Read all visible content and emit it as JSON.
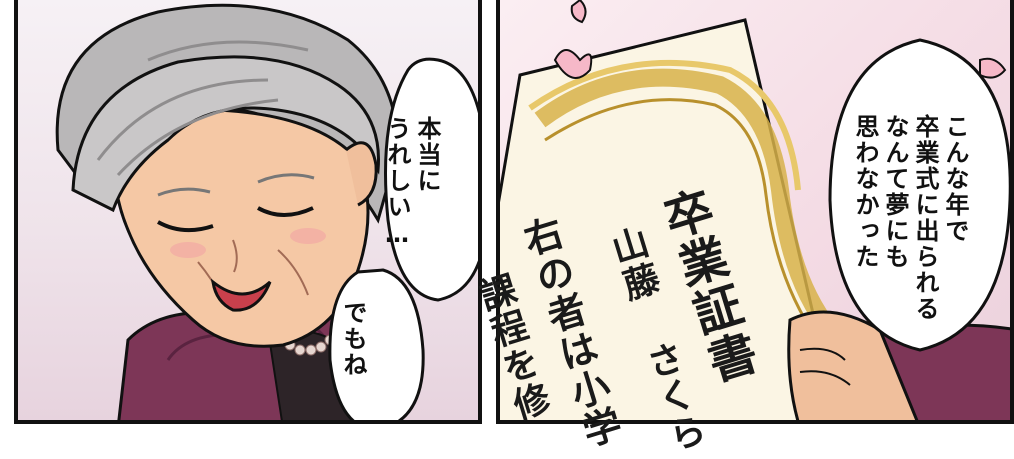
{
  "bubbles": {
    "left_top": "本当に\nうれしい…",
    "left_bottom": "でもね",
    "right": "こんな年で\n卒業式に出られる\nなんて夢にも\n思わなかった"
  },
  "certificate": {
    "title": "卒業証書",
    "name": "山藤 さくら",
    "body_line1": "右の者は小学",
    "body_line2": "課程を修"
  },
  "colors": {
    "outline": "#111111",
    "paper": "#fbf5e4",
    "gold": "#d7b24a",
    "petal": "#f6b8c8",
    "cardigan": "#7d3657",
    "hair": "#b9b7b8",
    "skin": "#f5c8a5"
  }
}
